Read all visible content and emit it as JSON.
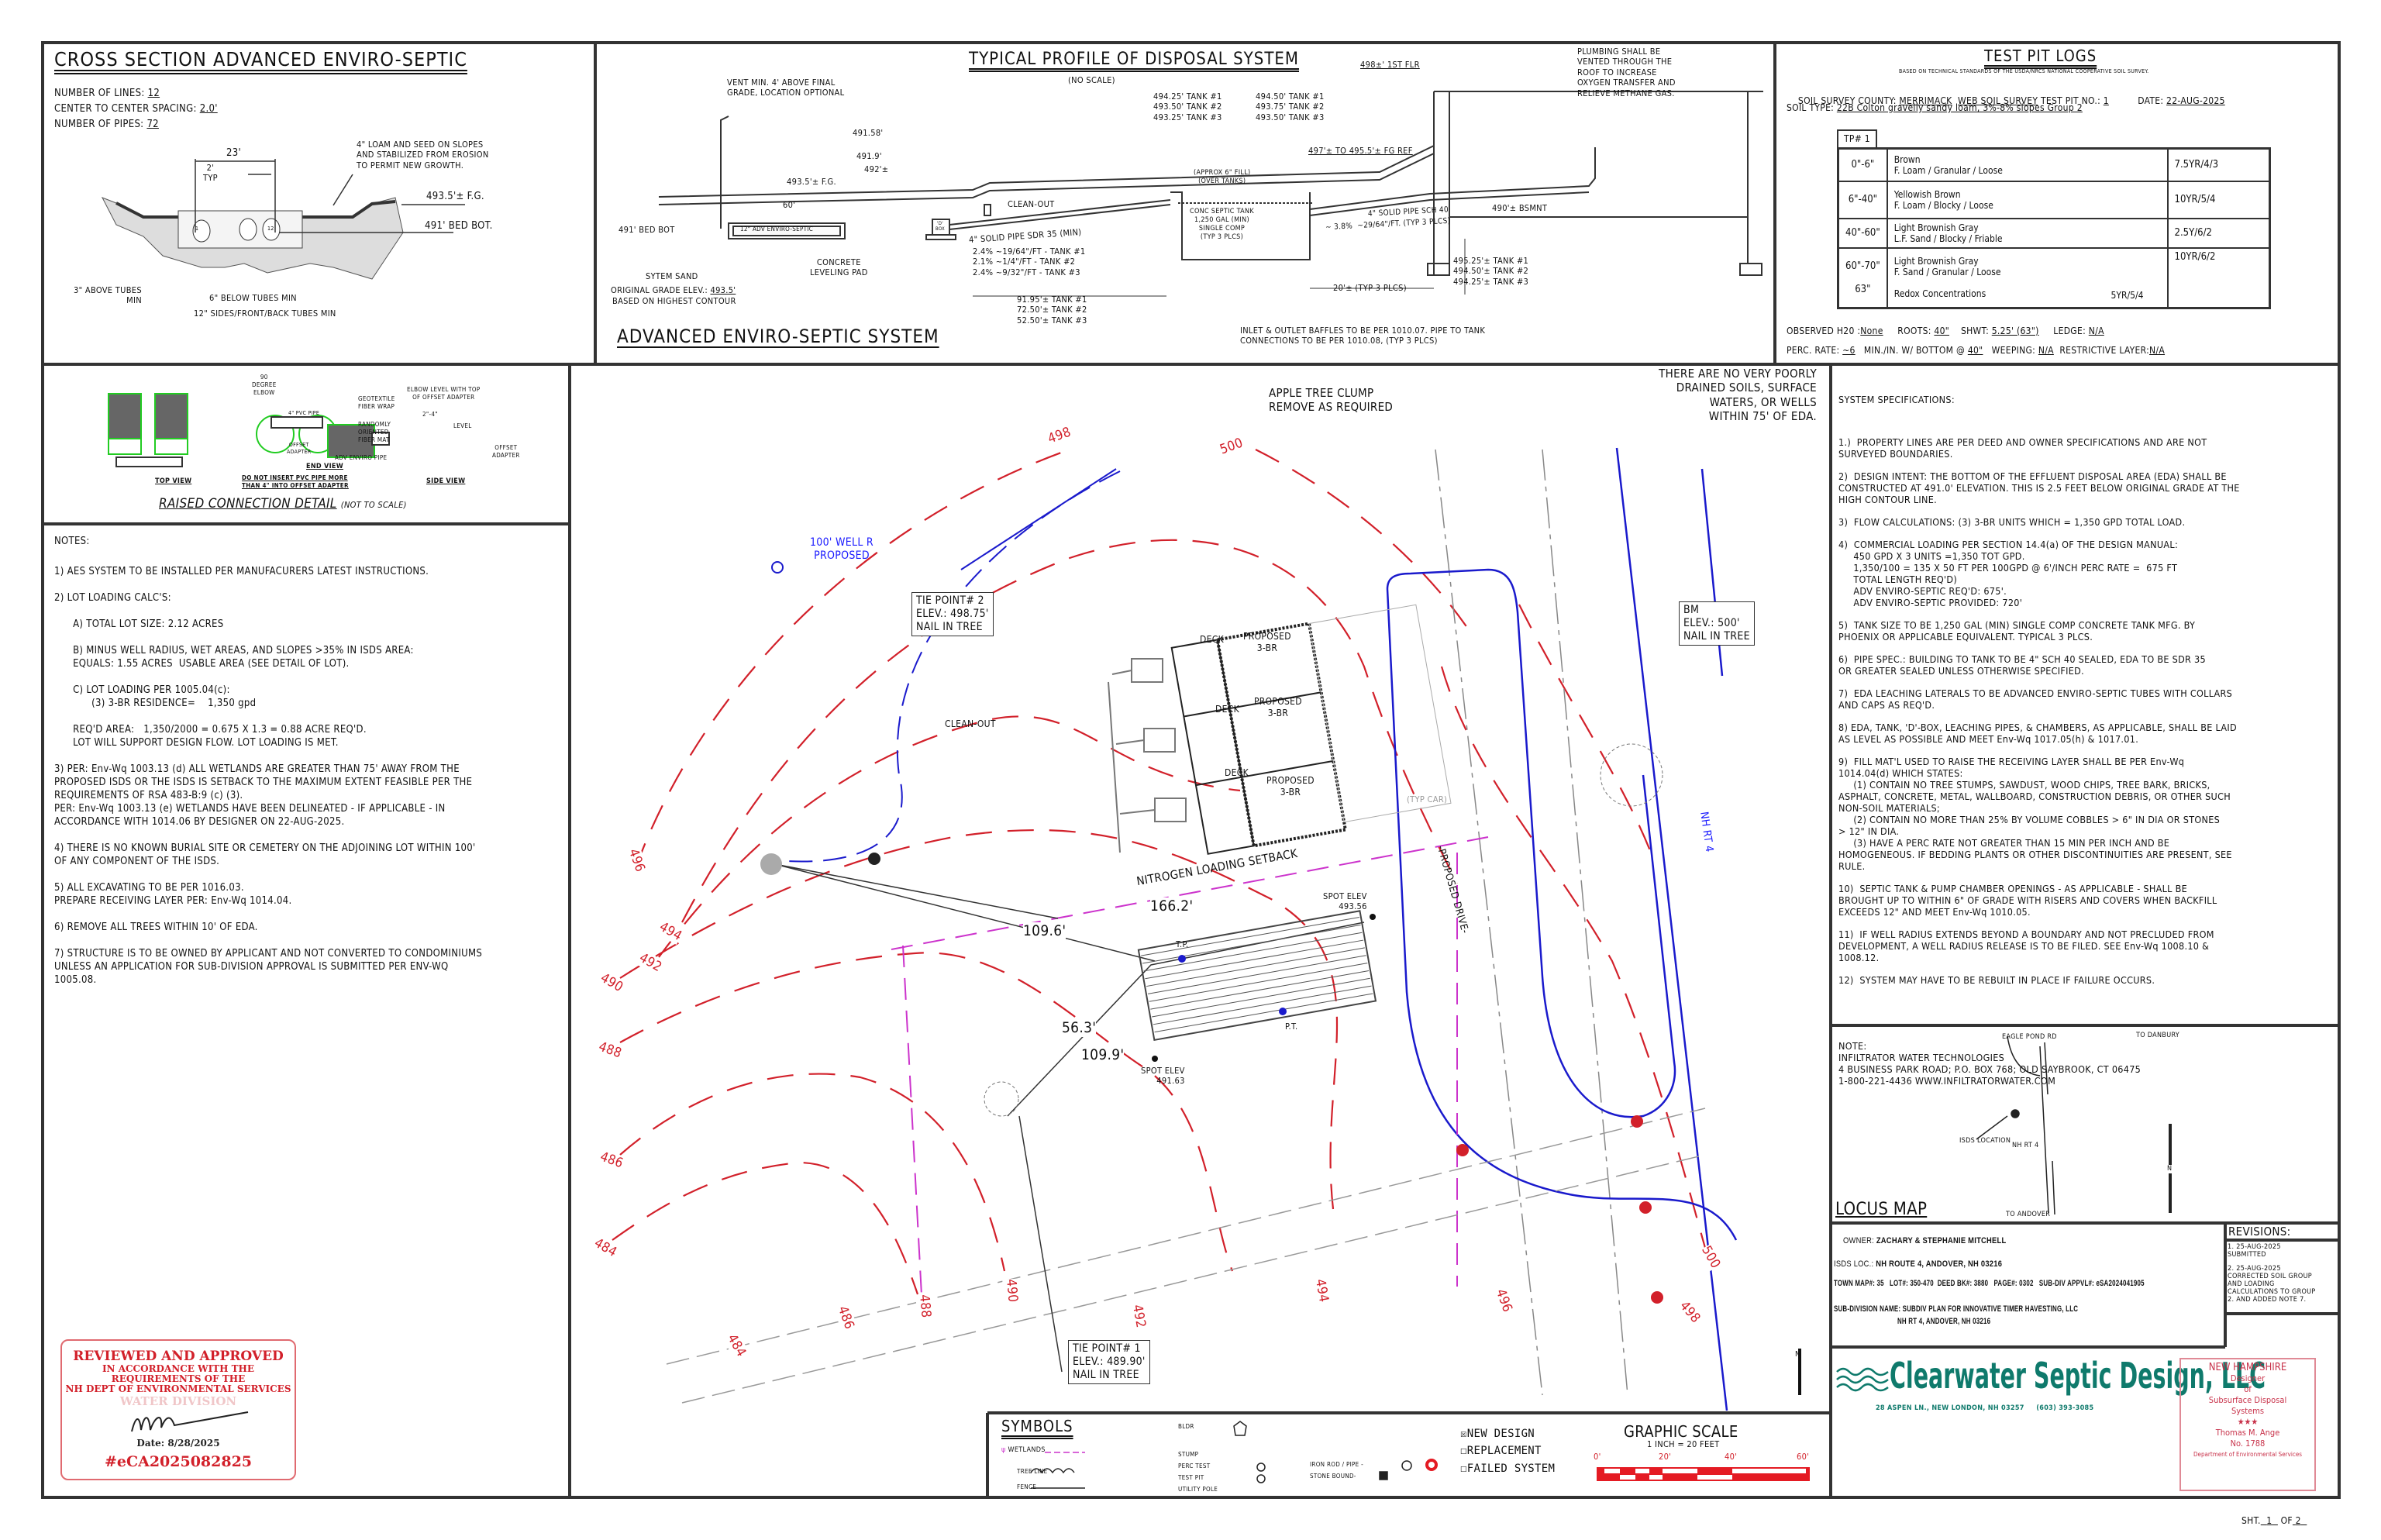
{
  "cross_section": {
    "title": "CROSS SECTION ADVANCED ENVIRO-SEPTIC",
    "lines_label": "NUMBER OF LINES:",
    "lines_value": "12",
    "spacing_label": "CENTER TO CENTER SPACING:",
    "spacing_value": "2.0'",
    "pipes_label": "NUMBER OF PIPES:",
    "pipes_value": "72",
    "dim_width": "23'",
    "dim_typ": "2'\nTYP",
    "loam_note": "4\" LOAM AND SEED ON SLOPES\nAND STABILIZED FROM EROSION\nTO PERMIT NEW GROWTH.",
    "fg": "493.5'± F.G.",
    "bed_bot": "491' BED BOT.",
    "above_tubes": "3\" ABOVE TUBES\nMIN",
    "below_tubes": "6\" BELOW TUBES MIN",
    "sides": "12\" SIDES/FRONT/BACK TUBES MIN",
    "tube_first": "1",
    "tube_last": "12"
  },
  "profile": {
    "title": "TYPICAL PROFILE OF DISPOSAL SYSTEM",
    "subtitle": "(NO SCALE)",
    "vent_note": "VENT MIN. 4' ABOVE FINAL\nGRADE, LOCATION OPTIONAL",
    "elev_1": "491.58'",
    "elev_2": "491.9'",
    "elev_3": "492'±",
    "fg": "493.5'± F.G.",
    "bed_bot": "491' BED BOT",
    "len": "60'",
    "aes_label": "12\" ADV ENVIRO-SEPTIC",
    "dbox": "'D'\nBOX",
    "cleanout": "CLEAN-OUT",
    "solid_pipe": "4\" SOLID PIPE SDR 35 (MIN)",
    "slopes": "2.4% ~19/64\"/FT - TANK #1\n2.1% ~1/4\"/FT - TANK #2\n2.4% ~9/32\"/FT - TANK #3",
    "pad": "CONCRETE\nLEVELING PAD",
    "sand": "SYTEM SAND",
    "orig_grade_label": "ORIGINAL GRADE ELEV.:",
    "orig_grade_value": "493.5'",
    "orig_grade_note": "BASED ON HIGHEST CONTOUR",
    "tank_dist": "91.95'± TANK #1\n72.50'± TANK #2\n52.50'± TANK #3",
    "system_title": "ADVANCED ENVIRO-SEPTIC SYSTEM",
    "outlet_elev": "494.25' TANK #1\n493.50' TANK #2\n493.25' TANK #3",
    "inlet_elev": "494.50' TANK #1\n493.75' TANK #2\n493.50' TANK #3",
    "fill": "(APPROX 6\" FILL)\n(OVER TANKS)",
    "tank": "CONC SEPTIC TANK\n1,250 GAL (MIN)\nSINGLE COMP\n(TYP 3 PLCS)",
    "fg_ref": "497'± TO 495.5'± FG REF",
    "first_floor": "498±' 1ST FLR",
    "plumbing": "PLUMBING SHALL BE\nVENTED THROUGH THE\nROOF TO INCREASE\nOXYGEN TRANSFER AND\nRELIEVE METHANE GAS.",
    "bsmnt": "490'± BSMNT",
    "sch40": "4\" SOLID PIPE SCH 40",
    "sch40_slope": "~ 3.8%  ~29/64\"/FT. (TYP 3 PLCS)",
    "bldg_elev": "495.25'± TANK #1\n494.50'± TANK #2\n494.25'± TANK #3",
    "dist20": "20'± (TYP 3 PLCS)",
    "baffles": "INLET & OUTLET BAFFLES TO BE PER 1010.07. PIPE TO TANK\nCONNECTIONS TO BE PER 1010.08, (TYP 3 PLCS)"
  },
  "test_pit": {
    "title": "TEST PIT LOGS",
    "basis": "BASED ON TECHNICAL STANDARDS OF THE USDA/NRCS NATIONAL COOPERATIVE SOIL SURVEY.",
    "county_label": "SOIL SURVEY COUNTY:",
    "county": "MERRIMACK",
    "web": "WEB SOIL SURVEY",
    "pit_label": "TEST PIT NO.:",
    "pit_no": "1",
    "date_label": "DATE:",
    "date": "22-AUG-2025",
    "soil_label": "SOIL TYPE:",
    "soil_type": "22B Colton gravelly sandy loam, 3%-8% slopes Group 2",
    "tp_header": "TP# 1",
    "rows": [
      {
        "depth": "0\"-6\"",
        "desc": "Brown\nF. Loam / Granular / Loose",
        "color": "7.5YR/4/3"
      },
      {
        "depth": "6\"-40\"",
        "desc": "Yellowish Brown\nF. Loam / Blocky / Loose",
        "color": "10YR/5/4"
      },
      {
        "depth": "40\"-60\"",
        "desc": "Light Brownish Gray\nL.F. Sand / Blocky / Friable",
        "color": "2.5Y/6/2"
      },
      {
        "depth": "60\"-70\"\n\n63\"",
        "desc": "Light Brownish Gray\nF. Sand / Granular / Loose\n\nRedox Concentrations",
        "desc_color": "5YR/5/4",
        "color": "10YR/6/2"
      }
    ],
    "h2o_label": "OBSERVED H20 :",
    "h2o": "None",
    "roots_label": "ROOTS:",
    "roots": "40\"",
    "shwt_label": "SHWT:",
    "shwt": "5.25' (63\")",
    "ledge_label": "LEDGE:",
    "ledge": "N/A",
    "perc_label": "PERC. RATE:",
    "perc": "~6",
    "perc_unit": "MIN./IN. W/ BOTTOM @",
    "perc_bottom": "40\"",
    "weeping_label": "WEEPING:",
    "weeping": "N/A",
    "restrictive_label": "RESTRICTIVE LAYER:",
    "restrictive": "N/A"
  },
  "raised_connection": {
    "title": "RAISED CONNECTION DETAIL",
    "title_note": "(NOT TO SCALE)",
    "top_view": "TOP VIEW",
    "end_view": "END VIEW",
    "side_view": "SIDE VIEW",
    "elbow": "90\nDEGREE\nELBOW",
    "pvc": "4\" PVC PIPE",
    "offset": "OFFSET\nADAPTER",
    "geotextile": "GEOTEXTILE\nFIBER WRAP",
    "elbow_level": "ELBOW LEVEL WITH TOP\nOF OFFSET ADAPTER",
    "gap": "2\"-4\"",
    "level": "LEVEL",
    "random": "RANDOMLY\nORIENTED\nFIBER MAT",
    "adv_pipe": "ADV ENVIRO PIPE",
    "offset2": "OFFSET\nADAPTER",
    "warning": "DO NOT INSERT PVC PIPE MORE\nTHAN 4\" INTO OFFSET ADAPTER"
  },
  "notes": {
    "heading": "NOTES:",
    "items": [
      "1) AES SYSTEM TO BE INSTALLED PER MANUFACURERS LATEST INSTRUCTIONS.",
      "2) LOT LOADING CALC'S:",
      "      A) TOTAL LOT SIZE: 2.12 ACRES",
      "      B) MINUS WELL RADIUS, WET AREAS, AND SLOPES >35% IN ISDS AREA:\n      EQUALS: 1.55 ACRES  USABLE AREA (SEE DETAIL OF LOT).",
      "      C) LOT LOADING PER 1005.04(c):\n            (3) 3-BR RESIDENCE=    1,350 gpd",
      "      REQ'D AREA:   1,350/2000 = 0.675 X 1.3 = 0.88 ACRE REQ'D.\n      LOT WILL SUPPORT DESIGN FLOW. LOT LOADING IS MET.",
      "3) PER: Env-Wq 1003.13 (d) ALL WETLANDS ARE GREATER THAN 75' AWAY FROM THE\nPROPOSED ISDS OR THE ISDS IS SETBACK TO THE MAXIMUM EXTENT FEASIBLE PER THE\nREQUIREMENTS OF RSA 483-B:9 (c) (3).\nPER: Env-Wq 1003.13 (e) WETLANDS HAVE BEEN DELINEATED - IF APPLICABLE - IN\nACCORDANCE WITH 1014.06 BY DESIGNER ON 22-AUG-2025.",
      "4) THERE IS NO KNOWN BURIAL SITE OR CEMETERY ON THE ADJOINING LOT WITHIN 100'\nOF ANY COMPONENT OF THE ISDS.",
      "5) ALL EXCAVATING TO BE PER 1016.03.\nPREPARE RECEIVING LAYER PER: Env-Wq 1014.04.",
      "6) REMOVE ALL TREES WITHIN 10' OF EDA.",
      "7) STRUCTURE IS TO BE OWNED BY APPLICANT AND NOT CONVERTED TO CONDOMINIUMS\nUNLESS AN APPLICATION FOR SUB-DIVISION APPROVAL IS SUBMITTED PER ENV-WQ\n1005.08."
    ]
  },
  "approval_stamp": {
    "title": "REVIEWED AND APPROVED",
    "line1": "IN ACCORDANCE WITH THE",
    "line2": "REQUIREMENTS OF THE",
    "line3": "NH DEPT OF ENVIRONMENTAL SERVICES",
    "division": "WATER DIVISION",
    "date": "Date: 8/28/2025",
    "number": "#eCA2025082825"
  },
  "site_plan": {
    "contours": [
      "498",
      "500",
      "496",
      "494",
      "492",
      "490",
      "488",
      "486",
      "484",
      "484",
      "486",
      "488",
      "490",
      "492",
      "494",
      "496",
      "498",
      "500"
    ],
    "well": "100' WELL R\nPROPOSED",
    "tie2": "TIE POINT# 2\nELEV.: 498.75'\nNAIL IN TREE",
    "tie1": "TIE POINT# 1\nELEV.: 489.90'\nNAIL IN TREE",
    "bm": "BM\nELEV.: 500'\nNAIL IN TREE",
    "apple": "APPLE TREE CLUMP\nREMOVE AS REQUIRED",
    "no_soils": "THERE ARE NO VERY POORLY\nDRAINED SOILS, SURFACE\nWATERS, OR WELLS\nWITHIN 75' OF EDA.",
    "cleanout": "CLEAN-OUT",
    "deck": "DECK",
    "unit": "PROPOSED\n3-BR",
    "typ_car": "(TYP CAR)",
    "drive": "-PROPOSED DRIVE-",
    "road": "NH RT 4",
    "setback": "NITROGEN LOADING SETBACK",
    "d1": "166.2'",
    "d2": "109.6'",
    "d3": "56.3'",
    "d4": "109.9'",
    "spot1": "SPOT ELEV\n493.56",
    "spot2": "SPOT ELEV\n491.63",
    "tp": "T.P.",
    "pt": "P.T.",
    "north": "N"
  },
  "specs": {
    "heading": "SYSTEM SPECIFICATIONS:",
    "items": [
      "1.)  PROPERTY LINES ARE PER DEED AND OWNER SPECIFICATIONS AND ARE NOT\nSURVEYED BOUNDARIES.",
      "2)  DESIGN INTENT: THE BOTTOM OF THE EFFLUENT DISPOSAL AREA (EDA) SHALL BE\nCONSTRUCTED AT 491.0' ELEVATION. THIS IS 2.5 FEET BELOW ORIGINAL GRADE AT THE\nHIGH CONTOUR LINE.",
      "3)  FLOW CALCULATIONS: (3) 3-BR UNITS WHICH = 1,350 GPD TOTAL LOAD.",
      "4)  COMMERCIAL LOADING PER SECTION 14.4(a) OF THE DESIGN MANUAL:\n     450 GPD X 3 UNITS =1,350 TOT GPD.\n     1,350/100 = 135 X 50 FT PER 100GPD @ 6'/INCH PERC RATE =  675 FT\n     TOTAL LENGTH REQ'D)\n     ADV ENVIRO-SEPTIC REQ'D: 675'.\n     ADV ENVIRO-SEPTIC PROVIDED: 720'",
      "5)  TANK SIZE TO BE 1,250 GAL (MIN) SINGLE COMP CONCRETE TANK MFG. BY\nPHOENIX OR APPLICABLE EQUIVALENT. TYPICAL 3 PLCS.",
      "6)  PIPE SPEC.: BUILDING TO TANK TO BE 4\" SCH 40 SEALED, EDA TO BE SDR 35\nOR GREATER SEALED UNLESS OTHERWISE SPECIFIED.",
      "7)  EDA LEACHING LATERALS TO BE ADVANCED ENVIRO-SEPTIC TUBES WITH COLLARS\nAND CAPS AS REQ'D.",
      "8) EDA, TANK, 'D'-BOX, LEACHING PIPES, & CHAMBERS, AS APPLICABLE, SHALL BE LAID\nAS LEVEL AS POSSIBLE AND MEET Env-Wq 1017.05(h) & 1017.01.",
      "9)  FILL MAT'L USED TO RAISE THE RECEIVING LAYER SHALL BE PER Env-Wq\n1014.04(d) WHICH STATES:\n     (1) CONTAIN NO TREE STUMPS, SAWDUST, WOOD CHIPS, TREE BARK, BRICKS,\nASPHALT, CONCRETE, METAL, WALLBOARD, CONSTRUCTION DEBRIS, OR OTHER SUCH\nNON-SOIL MATERIALS;\n     (2) CONTAIN NO MORE THAN 25% BY VOLUME COBBLES > 6\" IN DIA OR STONES\n> 12\" IN DIA.\n     (3) HAVE A PERC RATE NOT GREATER THAN 15 MIN PER INCH AND BE\nHOMOGENEOUS. IF BEDDING PLANTS OR OTHER DISCONTINUITIES ARE PRESENT, SEE\nRULE.",
      "10)  SEPTIC TANK & PUMP CHAMBER OPENINGS - AS APPLICABLE - SHALL BE\nBROUGHT UP TO WITHIN 6\" OF GRADE WITH RISERS AND COVERS WHEN BACKFILL\nEXCEEDS 12\" AND MEET Env-Wq 1010.05.",
      "11)  IF WELL RADIUS EXTENDS BEYOND A BOUNDARY AND NOT PRECLUDED FROM\nDEVELOPMENT, A WELL RADIUS RELEASE IS TO BE FILED. SEE Env-Wq 1008.10 &\n1008.12.",
      "12)  SYSTEM MAY HAVE TO BE REBUILT IN PLACE IF FAILURE OCCURS."
    ],
    "note": "NOTE:\nINFILTRATOR WATER TECHNOLOGIES\n4 BUSINESS PARK ROAD; P.O. BOX 768; OLD SAYBROOK, CT 06475\n1-800-221-4436   WWW.INFILTRATORWATER.COM"
  },
  "locus": {
    "title": "LOCUS MAP",
    "eagle": "EAGLE POND RD",
    "danbury": "TO DANBURY",
    "isds": "ISDS LOCATION",
    "rt4": "NH RT 4",
    "andover": "TO ANDOVER",
    "north": "N"
  },
  "owner_block": {
    "owner_label": "OWNER:",
    "owner": "ZACHARY & STEPHANIE MITCHELL",
    "loc_label": "ISDS LOC.:",
    "loc": "NH ROUTE 4, ANDOVER, NH 03216",
    "ids": "TOWN MAP#: 35   LOT#: 350-470  DEED BK#: 3880   PAGE#: 0302   SUB-DIV APPVL#: eSA2024041905",
    "subdiv": "SUB-DIVISION NAME: SUBDIV PLAN FOR INNOVATIVE TIMER HAVESTING, LLC",
    "subdiv_addr": "NH RT 4, ANDOVER, NH 03216"
  },
  "revisions": {
    "title": "REVISIONS:",
    "items": [
      "1. 25-AUG-2025\nSUBMITTED",
      "2. 25-AUG-2025\nCORRECTED SOIL GROUP\nAND LOADING\nCALCULATIONS TO GROUP\n2. AND ADDED NOTE 7."
    ]
  },
  "company": {
    "name": "Clearwater Septic Design, LLC",
    "address": "28 ASPEN LN., NEW LONDON, NH 03257     (603) 393-3085",
    "brand_color": "#0f7a6c"
  },
  "designer_seal": {
    "top": "NEW HAMPSHIRE",
    "l1": "Designer",
    "l2": "of",
    "l3": "Subsurface Disposal",
    "l4": "Systems",
    "stars": "★★★",
    "name": "Thomas M. Ange",
    "no": "No. 1788",
    "bottom": "Department of Environmental Services"
  },
  "symbols": {
    "title": "SYMBOLS",
    "wetlands": "WETLANDS",
    "tree_line": "TREE LINE",
    "fence": "FENCE",
    "bldr": "BLDR",
    "stump": "STUMP",
    "perc": "PERC TEST",
    "test_pit": "TEST PIT",
    "pole": "UTILITY POLE",
    "iron": "IRON ROD / PIPE -",
    "stone": "STONE BOUND-",
    "new_design": "NEW DESIGN",
    "replacement": "REPLACEMENT",
    "failed": "FAILED SYSTEM",
    "new_checked": true,
    "replacement_checked": false,
    "failed_checked": false
  },
  "graphic_scale": {
    "title": "GRAPHIC SCALE",
    "ratio": "1 INCH = 20 FEET",
    "ticks": [
      "0'",
      "20'",
      "40'",
      "60'"
    ]
  },
  "sheet": {
    "label": "SHT.",
    "num": "1",
    "of": "OF",
    "total": "2"
  },
  "colors": {
    "contour": "#d2202a",
    "wetland": "#cc33cc",
    "road": "#1a1acc",
    "stamp": "#d2202a"
  }
}
